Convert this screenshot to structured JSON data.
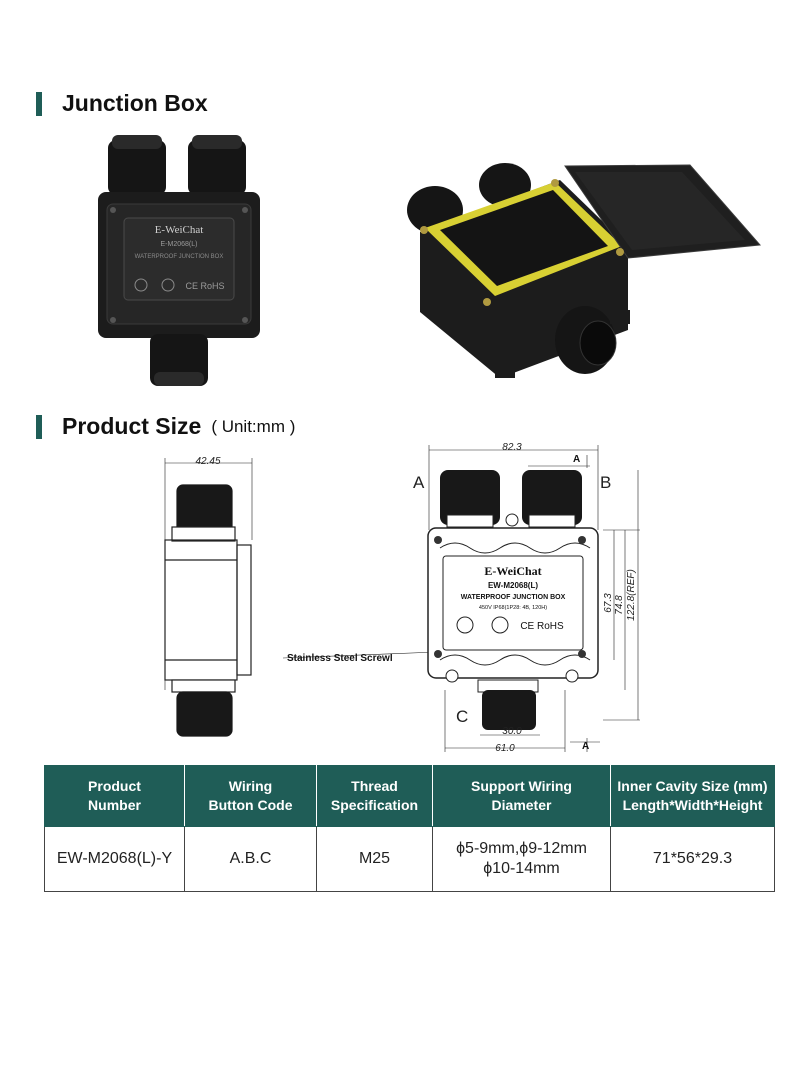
{
  "section1": {
    "title": "Junction Box"
  },
  "section2": {
    "title": "Product Size",
    "unit": "( Unit:mm )"
  },
  "photo": {
    "brand": "E-WeiChat",
    "model": "E-M2068(L)",
    "text1": "WATERPROOF JUNCTION BOX",
    "cert": "CE RoHS"
  },
  "drawing": {
    "side_width": "42.45",
    "total_width": "82.3",
    "label_a": "A",
    "label_b": "B",
    "label_c": "C",
    "section_mark": "A",
    "brand": "E-WeiChat",
    "model": "EW-M2068(L)",
    "subtitle": "WATERPROOF JUNCTION BOX",
    "rating": "450V  IP68(1P28: 4B, 120H)",
    "cert": "CE RoHS",
    "dim_67": "67.3",
    "dim_74": "74.8",
    "dim_122": "122.8(REF)",
    "dim_30": "30.0",
    "dim_61": "61.0",
    "screw_label": "Stainless Steel Screwl"
  },
  "table": {
    "headers": [
      [
        "Product",
        "Number"
      ],
      [
        "Wiring",
        "Button Code"
      ],
      [
        "Thread",
        "Specification"
      ],
      [
        "Support Wiring",
        "Diameter"
      ],
      [
        "Inner Cavity Size (mm)",
        "Length*Width*Height"
      ]
    ],
    "row": {
      "product_number": "EW-M2068(L)-Y",
      "wiring_code": "A.B.C",
      "thread": "M25",
      "diameter_line1": "ϕ5-9mm,ϕ9-12mm",
      "diameter_line2": "ϕ10-14mm",
      "cavity": "71*56*29.3"
    }
  },
  "colors": {
    "accent": "#1f5d57",
    "gasket": "#d8d033",
    "body": "#1c1c1c"
  }
}
